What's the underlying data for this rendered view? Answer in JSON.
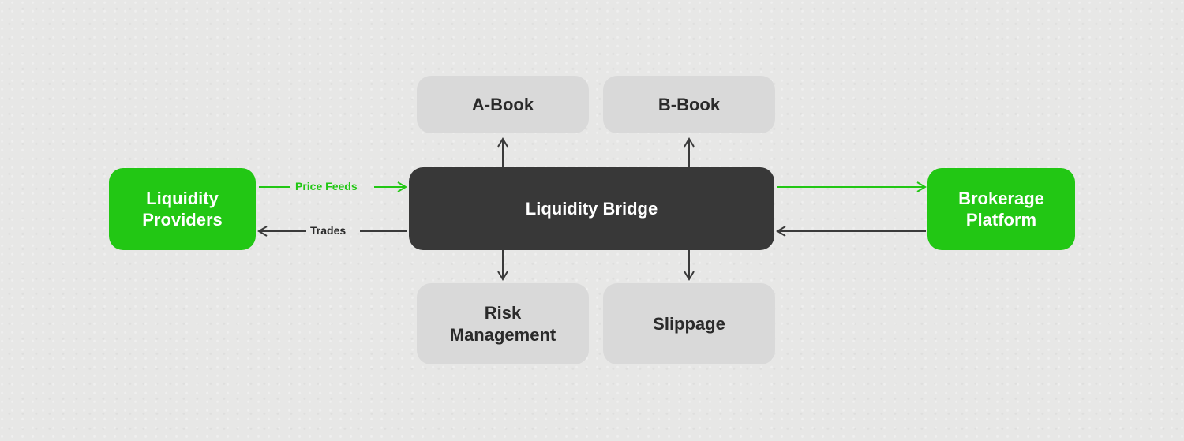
{
  "nodes": {
    "a_book": "A-Book",
    "b_book": "B-Book",
    "risk_management": "Risk\nManagement",
    "slippage": "Slippage",
    "liquidity_providers": "Liquidity\nProviders",
    "liquidity_bridge": "Liquidity Bridge",
    "brokerage_platform": "Brokerage\nPlatform"
  },
  "edges": {
    "price_feeds": "Price Feeds",
    "trades": "Trades"
  },
  "colors": {
    "green": "#22c714",
    "dark": "#383838",
    "light_box": "#d9d9d9",
    "arrow_dark": "#3a3a3a"
  }
}
